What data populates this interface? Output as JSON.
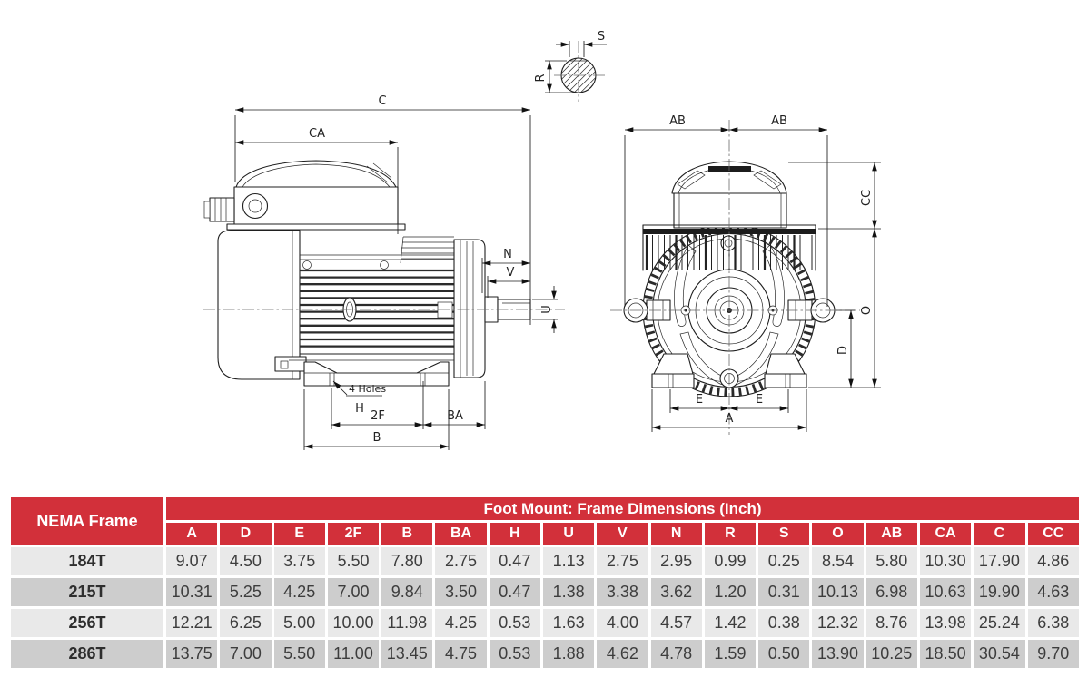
{
  "drawing": {
    "section_detail": {
      "labels": {
        "s": "S",
        "r": "R"
      }
    },
    "side_view": {
      "labels": {
        "c": "C",
        "ca": "CA",
        "n": "N",
        "v": "V",
        "u": "U",
        "holes_note": "4 Holes",
        "h": "H",
        "f2": "2F",
        "ba": "BA",
        "b": "B"
      }
    },
    "end_view": {
      "labels": {
        "ab_left": "AB",
        "ab_right": "AB",
        "cc": "CC",
        "o": "O",
        "d": "D",
        "e_left": "E",
        "e_right": "E",
        "a": "A"
      }
    }
  },
  "table": {
    "row_header_label": "NEMA Frame",
    "title": "Foot Mount:  Frame Dimensions (Inch)",
    "columns": [
      "A",
      "D",
      "E",
      "2F",
      "B",
      "BA",
      "H",
      "U",
      "V",
      "N",
      "R",
      "S",
      "O",
      "AB",
      "CA",
      "C",
      "CC"
    ],
    "rows": [
      {
        "frame": "184T",
        "values": [
          "9.07",
          "4.50",
          "3.75",
          "5.50",
          "7.80",
          "2.75",
          "0.47",
          "1.13",
          "2.75",
          "2.95",
          "0.99",
          "0.25",
          "8.54",
          "5.80",
          "10.30",
          "17.90",
          "4.86"
        ]
      },
      {
        "frame": "215T",
        "values": [
          "10.31",
          "5.25",
          "4.25",
          "7.00",
          "9.84",
          "3.50",
          "0.47",
          "1.38",
          "3.38",
          "3.62",
          "1.20",
          "0.31",
          "10.13",
          "6.98",
          "10.63",
          "19.90",
          "4.63"
        ]
      },
      {
        "frame": "256T",
        "values": [
          "12.21",
          "6.25",
          "5.00",
          "10.00",
          "11.98",
          "4.25",
          "0.53",
          "1.63",
          "4.00",
          "4.57",
          "1.42",
          "0.38",
          "12.32",
          "8.76",
          "13.98",
          "25.24",
          "6.38"
        ]
      },
      {
        "frame": "286T",
        "values": [
          "13.75",
          "7.00",
          "5.50",
          "11.00",
          "13.45",
          "4.75",
          "0.53",
          "1.88",
          "4.62",
          "4.78",
          "1.59",
          "0.50",
          "13.90",
          "10.25",
          "18.50",
          "30.54",
          "9.70"
        ]
      }
    ],
    "colors": {
      "header_red": "#d2303a",
      "row_light": "#e9e9e9",
      "row_dark": "#cdcdcd",
      "text": "#3d3d3d"
    }
  }
}
